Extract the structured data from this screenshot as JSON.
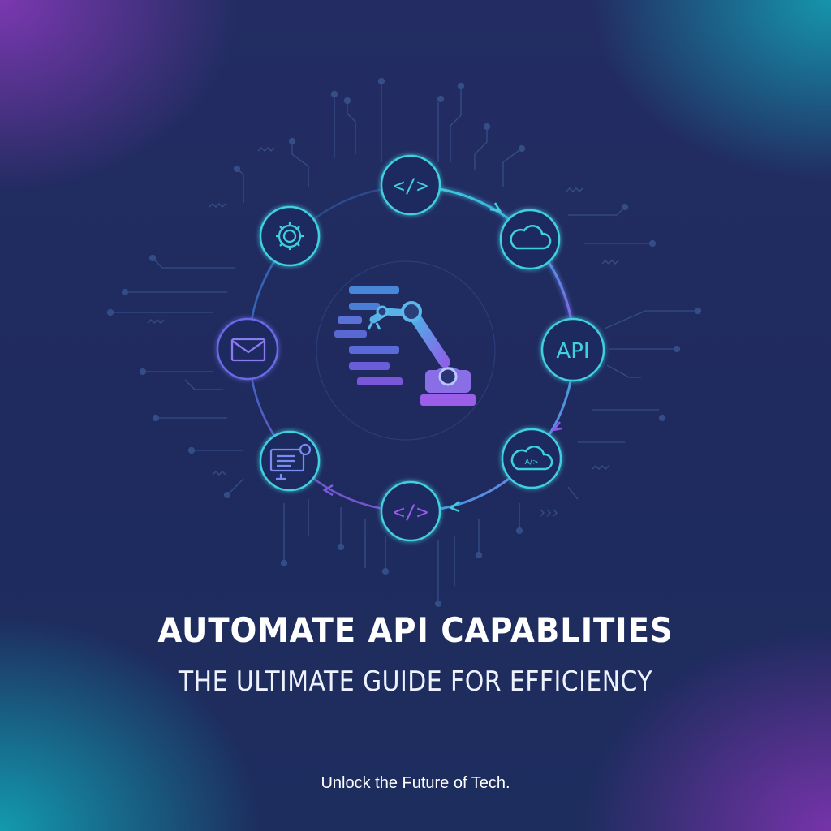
{
  "heading": {
    "title": "AUTOMATE API CAPABLITIES",
    "subtitle": "THE ULTIMATE GUIDE FOR EFFICIENCY",
    "tagline": "Unlock the Future of Tech."
  },
  "diagram": {
    "nodes": [
      {
        "id": "code-top",
        "icon": "code-brackets-icon",
        "label": "</>",
        "color": "#3fd0e0"
      },
      {
        "id": "cloud",
        "icon": "cloud-icon",
        "label": "",
        "color": "#3fd0e0"
      },
      {
        "id": "api",
        "icon": "api-icon",
        "label": "API",
        "color": "#3fd0e0"
      },
      {
        "id": "cloud-api",
        "icon": "cloud-api-icon",
        "label": "A/>",
        "color": "#3fd0e0"
      },
      {
        "id": "code-bottom",
        "icon": "code-brackets-icon",
        "label": "</>",
        "color": "#9a5cf0"
      },
      {
        "id": "monitor",
        "icon": "monitor-icon",
        "label": "",
        "color": "#7a8cf0"
      },
      {
        "id": "mail",
        "icon": "mail-icon",
        "label": "",
        "color": "#8a7cf0"
      },
      {
        "id": "gear",
        "icon": "gear-icon",
        "label": "",
        "color": "#3fd0e0"
      }
    ],
    "center_icon": "robotic-arm-icon",
    "colors": {
      "cyan": "#3fd0e0",
      "purple": "#9a5cf0",
      "ring": "#2f86c8"
    }
  }
}
